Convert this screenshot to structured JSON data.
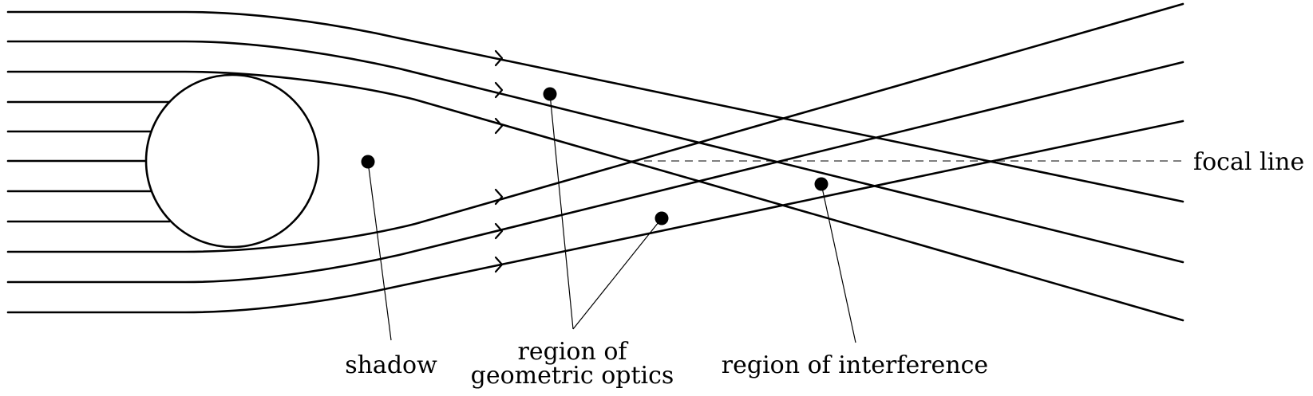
{
  "labels": {
    "focal_line": "focal line",
    "shadow": "shadow",
    "geometric_line1": "region of",
    "geometric_line2": "geometric optics",
    "interference": "region of interference"
  },
  "colors": {
    "stroke": "#000000",
    "focal_dash": "#555555",
    "background": "#ffffff"
  }
}
